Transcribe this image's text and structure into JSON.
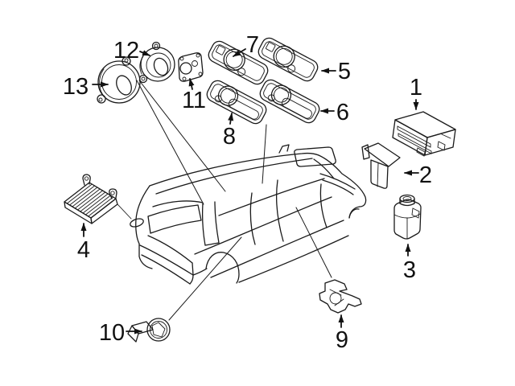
{
  "diagram": {
    "background_color": "#ffffff",
    "line_color": "#1a1a1a",
    "text_color": "#111111",
    "callouts": [
      {
        "label": "1"
      },
      {
        "label": "2"
      },
      {
        "label": "3"
      },
      {
        "label": "4"
      },
      {
        "label": "5"
      },
      {
        "label": "6"
      },
      {
        "label": "7"
      },
      {
        "label": "8"
      },
      {
        "label": "9"
      },
      {
        "label": "10"
      },
      {
        "label": "11"
      },
      {
        "label": "12"
      },
      {
        "label": "13"
      }
    ]
  }
}
